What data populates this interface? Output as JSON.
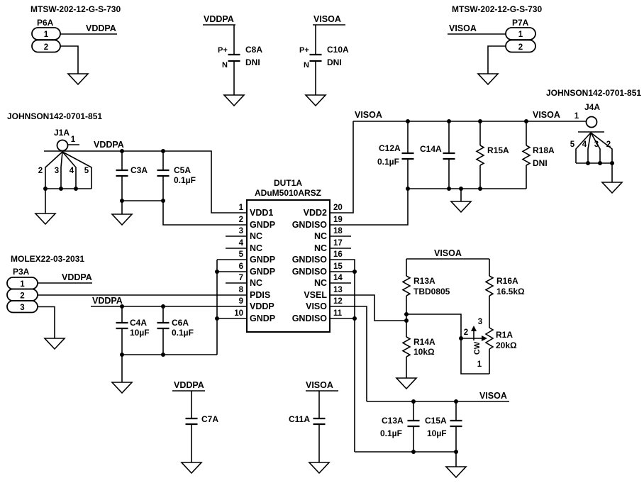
{
  "schematic": {
    "nets": {
      "vddpa": "VDDPA",
      "visoa": "VISOA"
    },
    "headers": {
      "p6a": {
        "part": "MTSW-202-12-G-S-730",
        "ref": "P6A",
        "pin1": "1",
        "pin2": "2"
      },
      "p7a": {
        "part": "MTSW-202-12-G-S-730",
        "ref": "P7A",
        "pin1": "1",
        "pin2": "2"
      },
      "p3a": {
        "part": "MOLEX22-03-2031",
        "ref": "P3A",
        "pin1": "1",
        "pin2": "2",
        "pin3": "3"
      }
    },
    "jacks": {
      "j1a": {
        "part": "JOHNSON142-0701-851",
        "ref": "J1A",
        "pin1": "1",
        "pin2": "2",
        "pin3": "3",
        "pin4": "4",
        "pin5": "5"
      },
      "j4a": {
        "part": "JOHNSON142-0701-851",
        "ref": "J4A",
        "pin1": "1",
        "pin2": "2",
        "pin3": "3",
        "pin4": "4",
        "pin5": "5"
      }
    },
    "ic": {
      "ref": "DUT1A",
      "part": "ADuM5010ARSZ",
      "left_pins": [
        {
          "n": "1",
          "name": "VDD1"
        },
        {
          "n": "2",
          "name": "GNDP"
        },
        {
          "n": "3",
          "name": "NC"
        },
        {
          "n": "4",
          "name": "NC"
        },
        {
          "n": "5",
          "name": "GNDP"
        },
        {
          "n": "6",
          "name": "GNDP"
        },
        {
          "n": "7",
          "name": "NC"
        },
        {
          "n": "8",
          "name": "PDIS"
        },
        {
          "n": "9",
          "name": "VDDP"
        },
        {
          "n": "10",
          "name": "GNDP"
        }
      ],
      "right_pins": [
        {
          "n": "20",
          "name": "VDD2"
        },
        {
          "n": "19",
          "name": "GNDISO"
        },
        {
          "n": "18",
          "name": "NC"
        },
        {
          "n": "17",
          "name": "NC"
        },
        {
          "n": "16",
          "name": "GNDISO"
        },
        {
          "n": "15",
          "name": "GNDISO"
        },
        {
          "n": "14",
          "name": "NC"
        },
        {
          "n": "13",
          "name": "VSEL"
        },
        {
          "n": "12",
          "name": "VISO"
        },
        {
          "n": "11",
          "name": "GNDISO"
        }
      ]
    },
    "capacitors": {
      "c3a": {
        "ref": "C3A"
      },
      "c5a": {
        "ref": "C5A",
        "value": "0.1µF"
      },
      "c8a": {
        "ref": "C8A",
        "value": "DNI",
        "plus": "P+",
        "minus": "N"
      },
      "c10a": {
        "ref": "C10A",
        "value": "DNI",
        "plus": "P+",
        "minus": "N"
      },
      "c4a": {
        "ref": "C4A",
        "value": "10µF"
      },
      "c6a": {
        "ref": "C6A",
        "value": "0.1µF"
      },
      "c7a": {
        "ref": "C7A"
      },
      "c11a": {
        "ref": "C11A"
      },
      "c12a": {
        "ref": "C12A",
        "value": "0.1µF"
      },
      "c14a": {
        "ref": "C14A"
      },
      "c13a": {
        "ref": "C13A",
        "value": "0.1µF"
      },
      "c15a": {
        "ref": "C15A",
        "value": "10µF"
      }
    },
    "resistors": {
      "r13a": {
        "ref": "R13A",
        "value": "TBD0805"
      },
      "r14a": {
        "ref": "R14A",
        "value": "10kΩ"
      },
      "r15a": {
        "ref": "R15A"
      },
      "r16a": {
        "ref": "R16A",
        "value": "16.5kΩ"
      },
      "r18a": {
        "ref": "R18A",
        "value": "DNI"
      }
    },
    "potentiometer": {
      "ref": "R1A",
      "value": "20kΩ",
      "t1": "1",
      "t2": "2",
      "t3": "3",
      "direction": "CW"
    },
    "colors": {
      "ink": "#000000",
      "background": "#ffffff"
    }
  }
}
